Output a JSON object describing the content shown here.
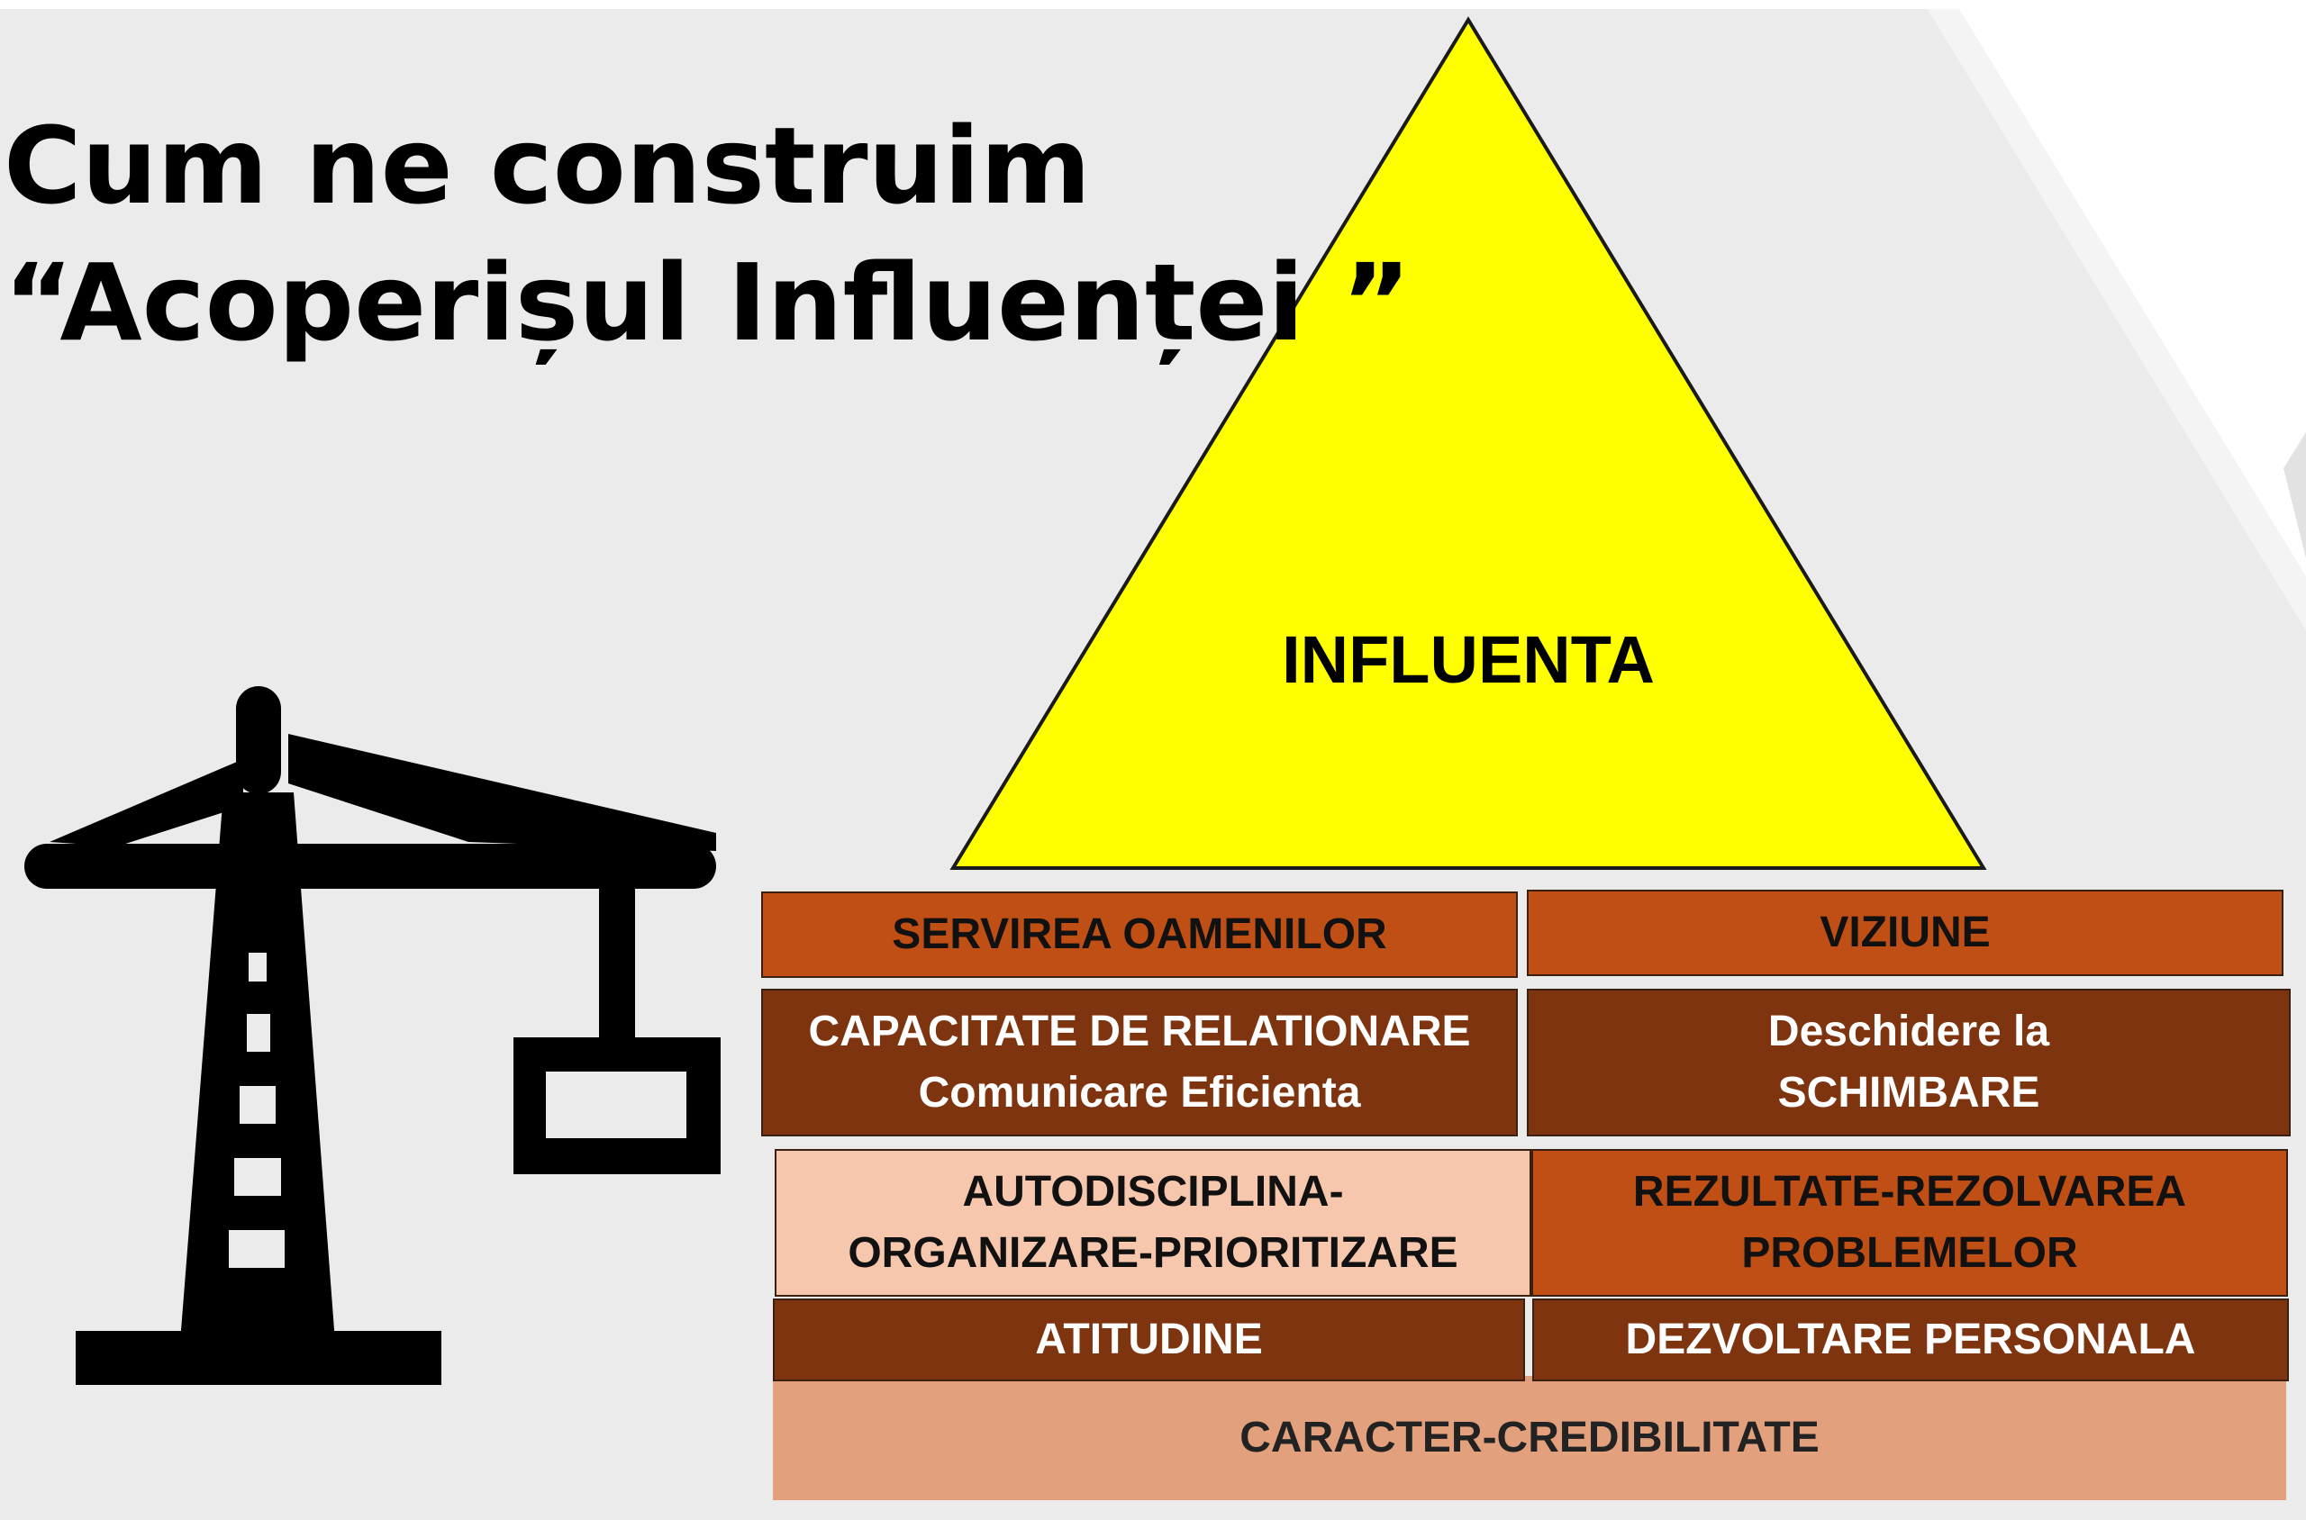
{
  "title": {
    "line1": "Cum ne construim",
    "line2": "“Acoperișul Influenței ”"
  },
  "pyramid": {
    "apex_label": "INFLUENTA",
    "apex_color": "#ffff00"
  },
  "blocks": {
    "servirea_oamenilor": "SERVIREA OAMENILOR",
    "viziune": "VIZIUNE",
    "capacitate_relationare": {
      "line1": "CAPACITATE DE RELATIONARE",
      "line2": "Comunicare Eficienta"
    },
    "deschidere_schimbare": {
      "line1": "Deschidere la",
      "line2": "SCHIMBARE"
    },
    "autodisciplina": {
      "line1": "AUTODISCIPLINA-",
      "line2": "ORGANIZARE-PRIORITIZARE"
    },
    "rezultate": {
      "line1": "REZULTATE-REZOLVAREA",
      "line2": "PROBLEMELOR"
    },
    "atitudine": "ATITUDINE",
    "dezvoltare_personala": "DEZVOLTARE PERSONALA",
    "caracter_credibilitate": "CARACTER-CREDIBILITATE"
  },
  "icons": {
    "crane": "crane-icon"
  },
  "colors": {
    "dark_brown": "#7f3410",
    "orange": "#bf4f15",
    "peach": "#f6c6ad",
    "base": "#e3a07c",
    "background": "#ebebeb"
  }
}
